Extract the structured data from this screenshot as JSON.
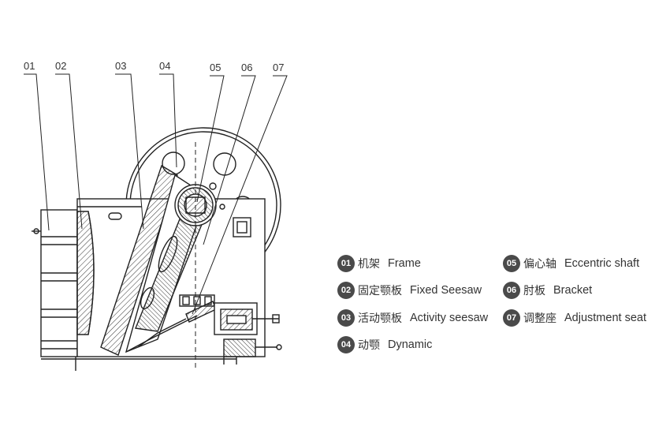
{
  "callouts": [
    {
      "num": "01"
    },
    {
      "num": "02"
    },
    {
      "num": "03"
    },
    {
      "num": "04"
    },
    {
      "num": "05"
    },
    {
      "num": "06"
    },
    {
      "num": "07"
    }
  ],
  "legend": [
    {
      "num": "01",
      "zh": "机架",
      "en": "Frame"
    },
    {
      "num": "02",
      "zh": "固定颚板",
      "en": "Fixed Seesaw"
    },
    {
      "num": "03",
      "zh": "活动颚板",
      "en": "Activity seesaw"
    },
    {
      "num": "04",
      "zh": "动颚",
      "en": "Dynamic"
    },
    {
      "num": "05",
      "zh": "偏心轴",
      "en": "Eccentric shaft"
    },
    {
      "num": "06",
      "zh": "肘板",
      "en": "Bracket"
    },
    {
      "num": "07",
      "zh": "调整座",
      "en": "Adjustment seat"
    }
  ]
}
